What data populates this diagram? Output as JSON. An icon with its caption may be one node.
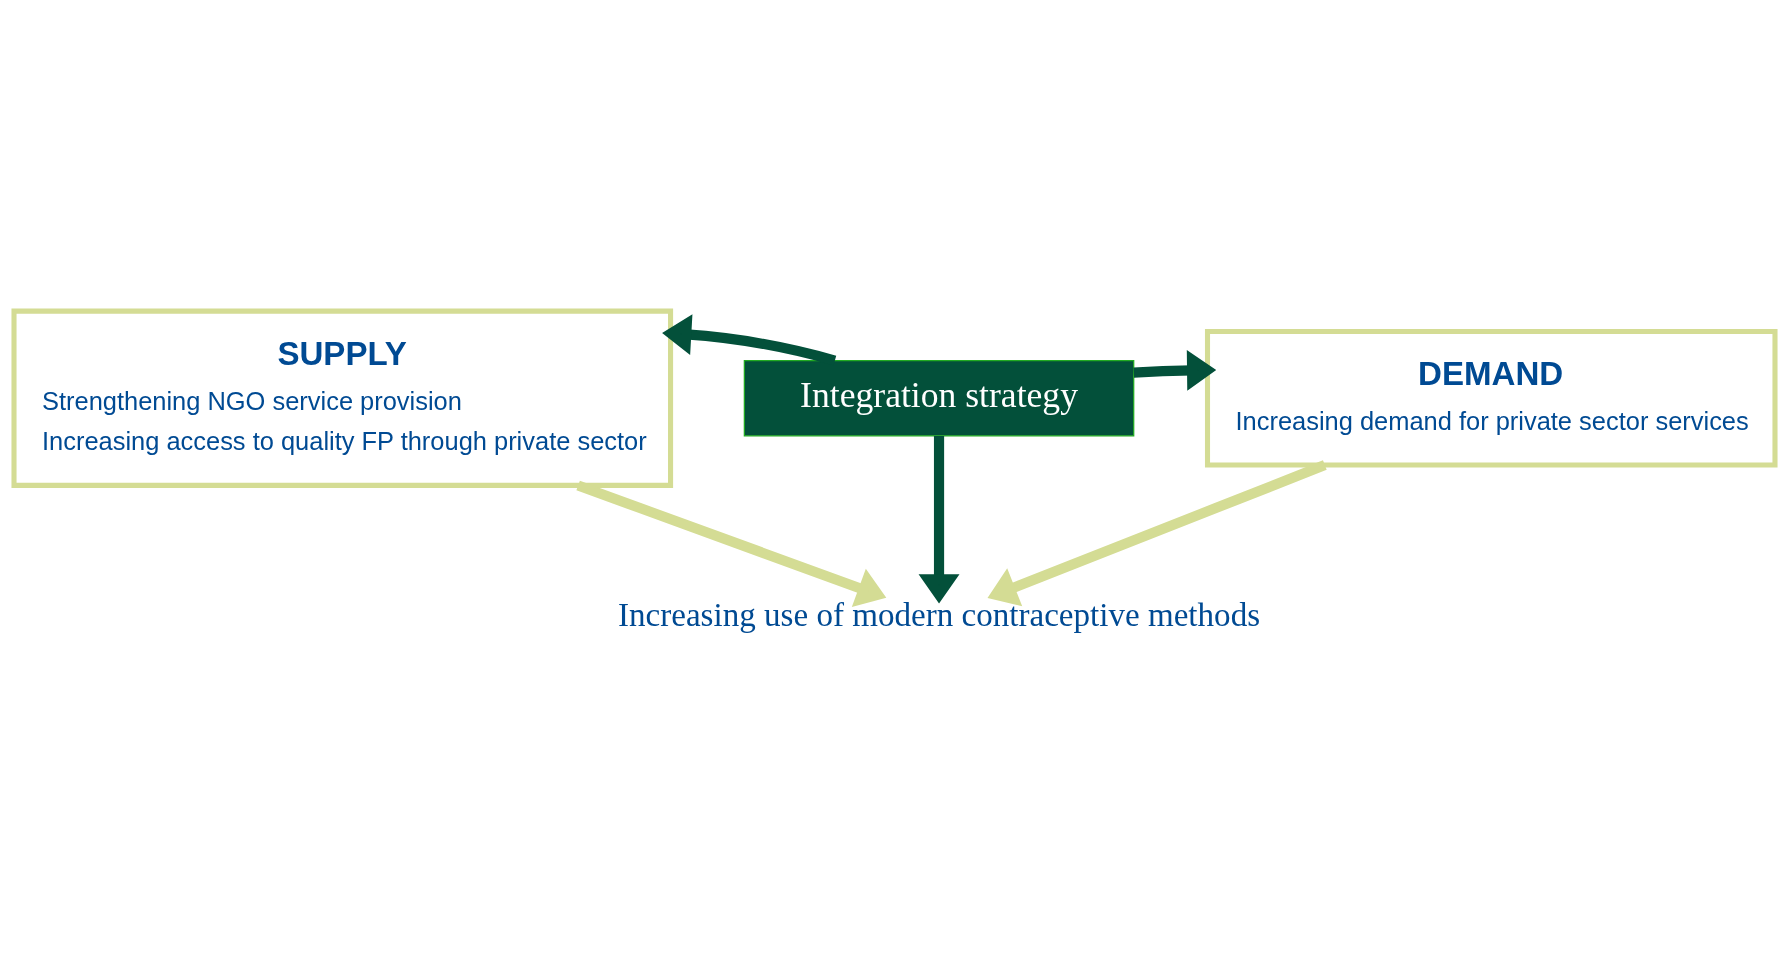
{
  "diagram": {
    "nodes": [
      {
        "text": [
          "SUPPLY",
          "Strengthening NGO service provision",
          "Increasing access to quality FP through private sector"
        ]
      },
      {
        "text": [
          "DEMAND",
          "Increasing demand for private sector services"
        ]
      },
      {
        "text": [
          "Integration strategy"
        ]
      },
      {
        "text": [
          "Increasing use of modern contraceptive methods"
        ]
      }
    ],
    "edges": [
      {
        "from": 0,
        "to": 3,
        "arrow": "to",
        "color": "#d4dc94"
      },
      {
        "from": 1,
        "to": 3,
        "arrow": "to",
        "color": "#d4dc94"
      },
      {
        "from": 2,
        "to": 0,
        "arrow": "to"
      },
      {
        "from": 2,
        "to": 1,
        "arrow": "to"
      },
      {
        "from": 2,
        "to": 3,
        "arrow": "to"
      }
    ]
  }
}
